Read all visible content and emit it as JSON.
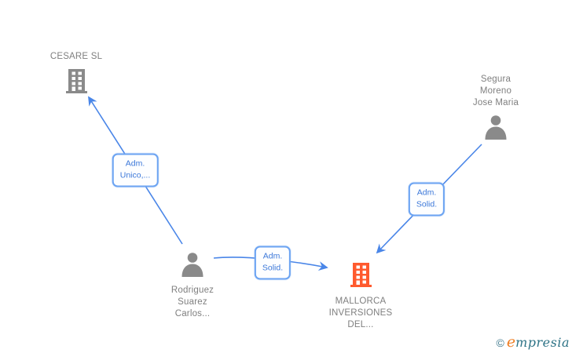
{
  "diagram": {
    "type": "corporate-relationship-graph",
    "nodes": {
      "cesare": {
        "kind": "company",
        "label": "CESARE SL",
        "color": "#8a8a8a"
      },
      "segura": {
        "kind": "person",
        "lines": [
          "Segura",
          "Moreno",
          "Jose Maria"
        ],
        "color": "#8a8a8a"
      },
      "rodriguez": {
        "kind": "person",
        "lines": [
          "Rodriguez",
          "Suarez",
          "Carlos..."
        ],
        "color": "#8a8a8a"
      },
      "mallorca": {
        "kind": "company",
        "lines": [
          "MALLORCA",
          "INVERSIONES",
          "DEL..."
        ],
        "color": "#ff5a2e"
      }
    },
    "edges": [
      {
        "from": "rodriguez",
        "to": "cesare",
        "label_line1": "Adm.",
        "label_line2": "Unico,..."
      },
      {
        "from": "rodriguez",
        "to": "mallorca",
        "label_line1": "Adm.",
        "label_line2": "Solid."
      },
      {
        "from": "segura",
        "to": "mallorca",
        "label_line1": "Adm.",
        "label_line2": "Solid."
      }
    ],
    "colors": {
      "arrow": "#4a86e8",
      "edge_label_border": "#6ba3f2",
      "edge_label_text": "#3c78d9",
      "node_text": "#7f7f7f",
      "company_default": "#8a8a8a",
      "company_highlight": "#ff5a2e",
      "person": "#8a8a8a"
    }
  },
  "logo": {
    "copyright": "©",
    "brand_initial": "e",
    "brand_rest": "mpresia"
  }
}
